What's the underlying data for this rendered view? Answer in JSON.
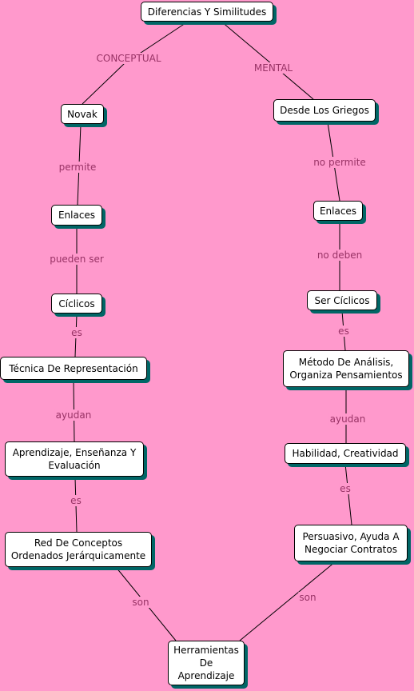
{
  "nodes": {
    "root": "Diferencias Y Similitudes",
    "novak": "Novak",
    "desde_griegos": "Desde Los Griegos",
    "enlaces_left": "Enlaces",
    "enlaces_right": "Enlaces",
    "ciclicos_left": "Cíclicos",
    "ser_ciclicos": "Ser Cíclicos",
    "tecnica": "Técnica De Representación",
    "metodo": "Método De Análisis,\nOrganiza Pensamientos",
    "aprendizaje": "Aprendizaje, Enseñanza Y\nEvaluación",
    "habilidad": "Habilidad, Creatividad",
    "red": "Red De Conceptos\nOrdenados Jerárquicamente",
    "persuasivo": "Persuasivo, Ayuda A\nNegociar Contratos",
    "herramientas": "Herramientas\nDe\nAprendizaje"
  },
  "links": {
    "conceptual": "CONCEPTUAL",
    "mental": "MENTAL",
    "permite": "permite",
    "no_permite": "no permite",
    "pueden_ser": "pueden ser",
    "no_deben": "no deben",
    "es_left_1": "es",
    "es_right_1": "es",
    "ayudan_left": "ayudan",
    "ayudan_right": "ayudan",
    "es_left_2": "es",
    "es_right_2": "es",
    "son_left": "son",
    "son_right": "son"
  },
  "colors": {
    "background": "#ff99cc",
    "node_fill": "#ffffff",
    "node_shadow": "#006666",
    "link_text": "#993366",
    "line": "#000000"
  }
}
